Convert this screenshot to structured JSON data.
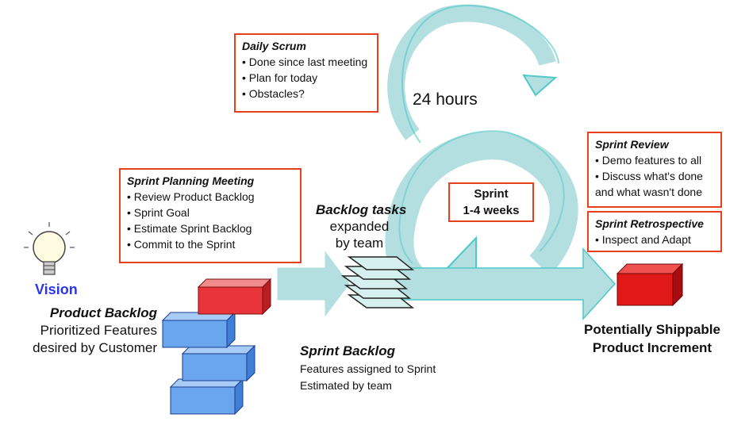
{
  "daily_scrum": {
    "title": "Daily Scrum",
    "items": [
      "Done since last meeting",
      "Plan for today",
      "Obstacles?"
    ]
  },
  "cycle_label": "24 hours",
  "sprint_planning": {
    "title": "Sprint Planning Meeting",
    "items": [
      "Review Product Backlog",
      "Sprint Goal",
      "Estimate Sprint Backlog",
      "Commit to the Sprint"
    ]
  },
  "sprint": {
    "line1": "Sprint",
    "line2": "1-4 weeks"
  },
  "sprint_review": {
    "title": "Sprint Review",
    "items": [
      "Demo features to all",
      "Discuss what's done and what wasn't done"
    ]
  },
  "sprint_retrospective": {
    "title": "Sprint Retrospective",
    "items": [
      "Inspect and Adapt"
    ]
  },
  "vision": "Vision",
  "product_backlog": {
    "title": "Product Backlog",
    "line1": "Prioritized Features",
    "line2": "desired by Customer"
  },
  "backlog_tasks": {
    "title": "Backlog tasks",
    "line1": "expanded",
    "line2": "by team"
  },
  "sprint_backlog": {
    "title": "Sprint Backlog",
    "line1": "Features assigned to Sprint",
    "line2": "Estimated by team"
  },
  "increment": {
    "line1": "Potentially Shippable",
    "line2": "Product Increment"
  },
  "colors": {
    "arrow": "#b4dfe0",
    "arrow_edge": "#4fc8c8",
    "box_border": "#e8401c",
    "block_blue": "#6aa6ee",
    "block_red": "#e8343a",
    "vision": "#2a36e8"
  }
}
